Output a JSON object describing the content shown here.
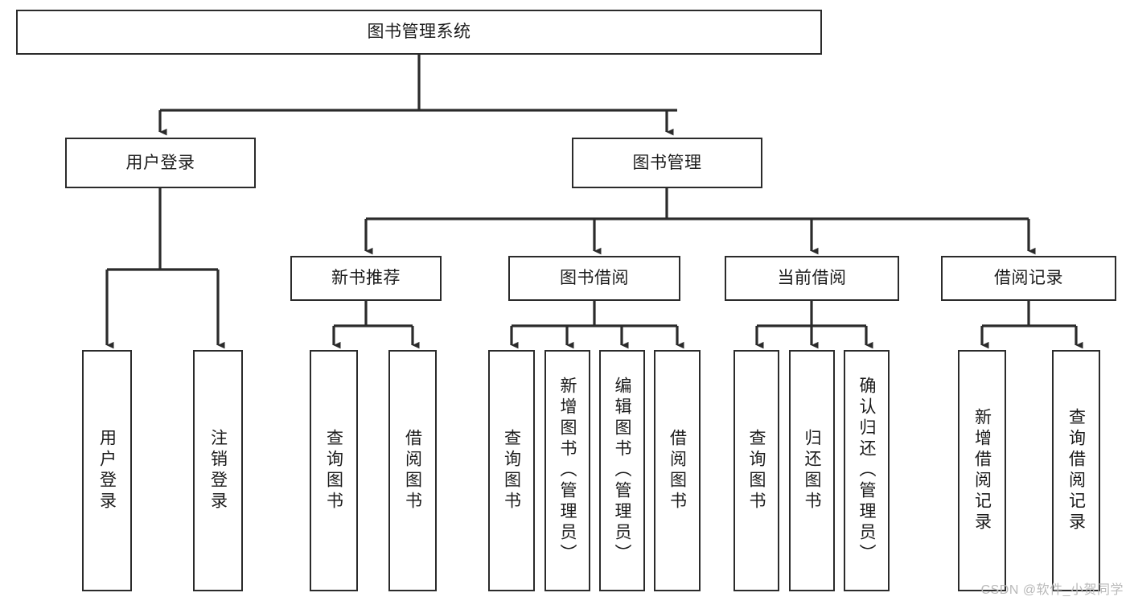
{
  "diagram": {
    "title_node": {
      "label": "图书管理系统"
    },
    "level1": [
      {
        "id": "user-login",
        "label": "用户登录"
      },
      {
        "id": "book-management",
        "label": "图书管理"
      }
    ],
    "level2": [
      {
        "id": "new-book-recommend",
        "label": "新书推荐"
      },
      {
        "id": "book-borrow",
        "label": "图书借阅"
      },
      {
        "id": "current-borrow",
        "label": "当前借阅"
      },
      {
        "id": "borrow-record",
        "label": "借阅记录"
      }
    ],
    "leaves": [
      {
        "id": "leaf-user-login",
        "label": "用户登录"
      },
      {
        "id": "leaf-logout-login",
        "label": "注销登录"
      },
      {
        "id": "leaf-query-book-1",
        "label": "查询图书"
      },
      {
        "id": "leaf-borrow-book-1",
        "label": "借阅图书"
      },
      {
        "id": "leaf-query-book-2",
        "label": "查询图书"
      },
      {
        "id": "leaf-add-book-admin",
        "label": "新增图书（管理员）"
      },
      {
        "id": "leaf-edit-book-admin",
        "label": "编辑图书（管理员）"
      },
      {
        "id": "leaf-borrow-book-2",
        "label": "借阅图书"
      },
      {
        "id": "leaf-query-book-3",
        "label": "查询图书"
      },
      {
        "id": "leaf-return-book",
        "label": "归还图书"
      },
      {
        "id": "leaf-confirm-return-admin",
        "label": "确认归还（管理员）"
      },
      {
        "id": "leaf-add-borrow-record",
        "label": "新增借阅记录"
      },
      {
        "id": "leaf-query-borrow-record",
        "label": "查询借阅记录"
      }
    ],
    "watermark": "CSDN @软件_小贺同学",
    "colors": {
      "stroke": "#2b2b2b",
      "fill": "#ffffff",
      "text": "#1b1b1b",
      "watermark": "#b9b9b9"
    }
  },
  "chart_data": {
    "type": "diagram",
    "title": "图书管理系统",
    "nodes": [
      {
        "id": "root",
        "label": "图书管理系统",
        "level": 0
      },
      {
        "id": "user-login",
        "label": "用户登录",
        "level": 1
      },
      {
        "id": "book-management",
        "label": "图书管理",
        "level": 1
      },
      {
        "id": "new-book-recommend",
        "label": "新书推荐",
        "level": 2
      },
      {
        "id": "book-borrow",
        "label": "图书借阅",
        "level": 2
      },
      {
        "id": "current-borrow",
        "label": "当前借阅",
        "level": 2
      },
      {
        "id": "borrow-record",
        "label": "借阅记录",
        "level": 2
      },
      {
        "id": "leaf-user-login",
        "label": "用户登录",
        "level": 3
      },
      {
        "id": "leaf-logout-login",
        "label": "注销登录",
        "level": 3
      },
      {
        "id": "leaf-query-book-1",
        "label": "查询图书",
        "level": 3
      },
      {
        "id": "leaf-borrow-book-1",
        "label": "借阅图书",
        "level": 3
      },
      {
        "id": "leaf-query-book-2",
        "label": "查询图书",
        "level": 3
      },
      {
        "id": "leaf-add-book-admin",
        "label": "新增图书（管理员）",
        "level": 3
      },
      {
        "id": "leaf-edit-book-admin",
        "label": "编辑图书（管理员）",
        "level": 3
      },
      {
        "id": "leaf-borrow-book-2",
        "label": "借阅图书",
        "level": 3
      },
      {
        "id": "leaf-query-book-3",
        "label": "查询图书",
        "level": 3
      },
      {
        "id": "leaf-return-book",
        "label": "归还图书",
        "level": 3
      },
      {
        "id": "leaf-confirm-return-admin",
        "label": "确认归还（管理员）",
        "level": 3
      },
      {
        "id": "leaf-add-borrow-record",
        "label": "新增借阅记录",
        "level": 3
      },
      {
        "id": "leaf-query-borrow-record",
        "label": "查询借阅记录",
        "level": 3
      }
    ],
    "edges": [
      {
        "from": "root",
        "to": "user-login"
      },
      {
        "from": "root",
        "to": "book-management"
      },
      {
        "from": "book-management",
        "to": "new-book-recommend"
      },
      {
        "from": "book-management",
        "to": "book-borrow"
      },
      {
        "from": "book-management",
        "to": "current-borrow"
      },
      {
        "from": "book-management",
        "to": "borrow-record"
      },
      {
        "from": "user-login",
        "to": "leaf-user-login"
      },
      {
        "from": "user-login",
        "to": "leaf-logout-login"
      },
      {
        "from": "new-book-recommend",
        "to": "leaf-query-book-1"
      },
      {
        "from": "new-book-recommend",
        "to": "leaf-borrow-book-1"
      },
      {
        "from": "book-borrow",
        "to": "leaf-query-book-2"
      },
      {
        "from": "book-borrow",
        "to": "leaf-add-book-admin"
      },
      {
        "from": "book-borrow",
        "to": "leaf-edit-book-admin"
      },
      {
        "from": "book-borrow",
        "to": "leaf-borrow-book-2"
      },
      {
        "from": "current-borrow",
        "to": "leaf-query-book-3"
      },
      {
        "from": "current-borrow",
        "to": "leaf-return-book"
      },
      {
        "from": "current-borrow",
        "to": "leaf-confirm-return-admin"
      },
      {
        "from": "borrow-record",
        "to": "leaf-add-borrow-record"
      },
      {
        "from": "borrow-record",
        "to": "leaf-query-borrow-record"
      }
    ]
  }
}
